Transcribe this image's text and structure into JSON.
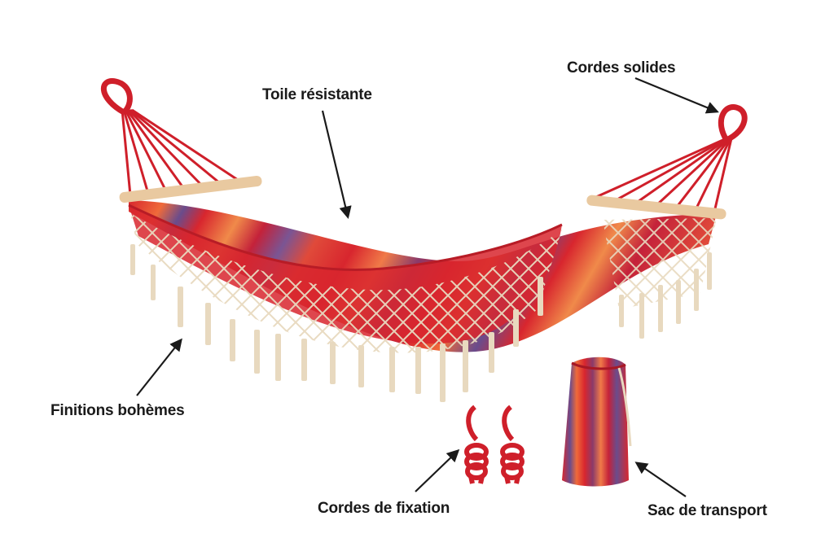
{
  "labels": {
    "toile": "Toile résistante",
    "cordes_solides": "Cordes solides",
    "finitions": "Finitions bohèmes",
    "cordes_fixation": "Cordes de fixation",
    "sac": "Sac de transport"
  },
  "colors": {
    "fabric_red": "#d8262e",
    "fabric_orange": "#ef6a3a",
    "fabric_purple": "#6a4c8c",
    "rope_red": "#cf1f2a",
    "fringe_cream": "#e8d9bf",
    "wood": "#e9c9a0",
    "arrow": "#1a1a1a"
  }
}
